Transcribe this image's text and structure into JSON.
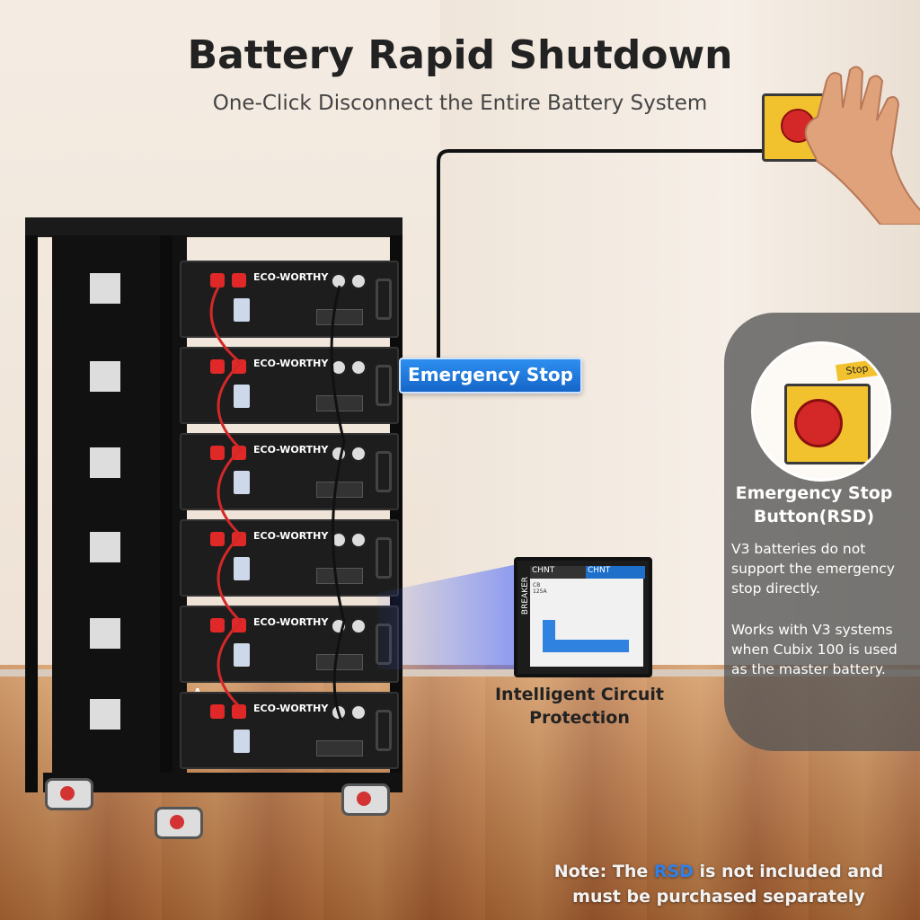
{
  "header": {
    "title": "Battery Rapid Shutdown",
    "subtitle": "One-Click Disconnect the Entire Battery System"
  },
  "rack": {
    "module_brand": "ECO-WORTHY",
    "rack_letter": "A"
  },
  "callouts": {
    "emergency_stop": "Emergency Stop",
    "breaker_caption_line1": "Intelligent Circuit",
    "breaker_caption_line2": "Protection"
  },
  "breaker": {
    "left_label": "CHNT",
    "right_label": "CHNT",
    "side_label": "BREAKER",
    "spec_line1": "CB",
    "spec_line2": "125A"
  },
  "side_panel": {
    "zoom_label": "Stop",
    "heading_line1": "Emergency Stop",
    "heading_line2": "Button(RSD)",
    "text1": "V3 batteries do not support the emergency stop directly.",
    "text2": "Works with V3 systems when Cubix 100 is used as the master battery."
  },
  "note": {
    "prefix": "Note: The ",
    "highlight": "RSD",
    "suffix": " is not included and must be purchased separately"
  },
  "colors": {
    "accent_blue": "#1e78e0",
    "button_red": "#d42828",
    "switch_yellow": "#f2c12e"
  }
}
